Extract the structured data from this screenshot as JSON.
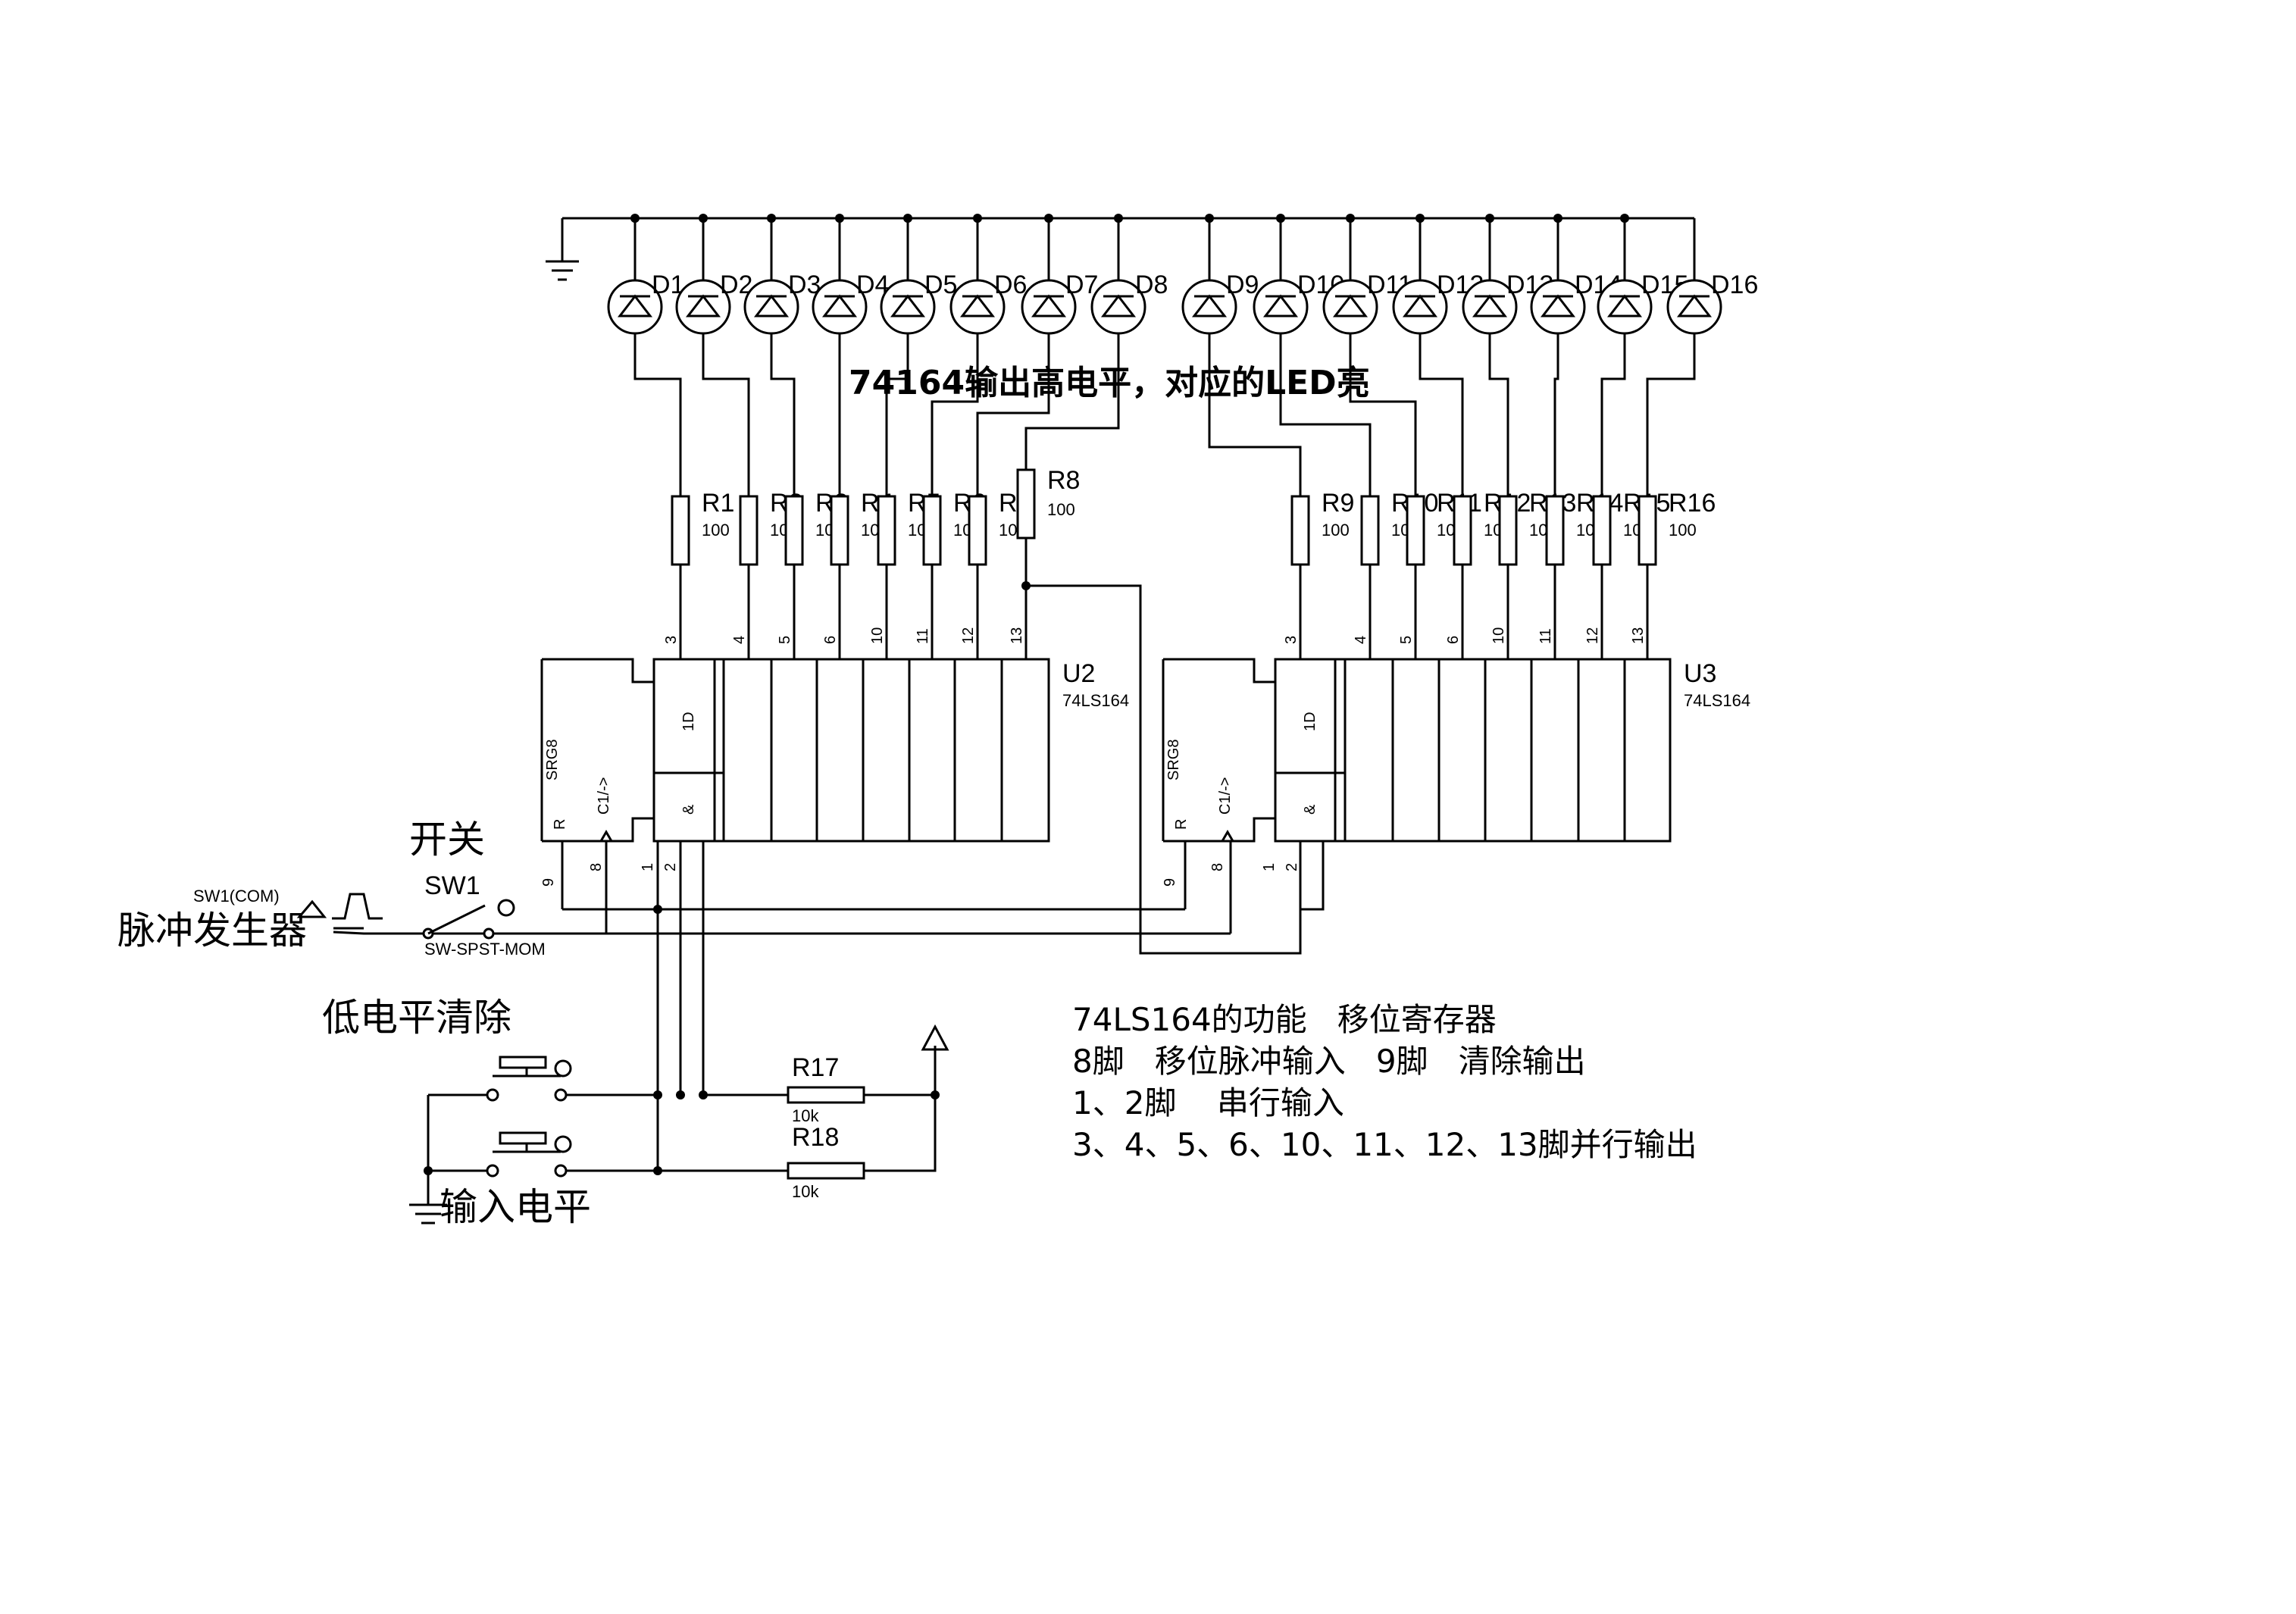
{
  "annotation_top": "74164输出高电平，对应的LED亮",
  "diodes": [
    "D1",
    "D2",
    "D3",
    "D4",
    "D5",
    "D6",
    "D7",
    "D8",
    "D9",
    "D10",
    "D11",
    "D12",
    "D13",
    "D14",
    "D15",
    "D16"
  ],
  "resistors": [
    {
      "name": "R1",
      "value": "100"
    },
    {
      "name": "R2",
      "value": "100"
    },
    {
      "name": "R3",
      "value": "100"
    },
    {
      "name": "R4",
      "value": "100"
    },
    {
      "name": "R5",
      "value": "100"
    },
    {
      "name": "R6",
      "value": "100"
    },
    {
      "name": "R7",
      "value": "100"
    },
    {
      "name": "R8",
      "value": "100"
    },
    {
      "name": "R9",
      "value": "100"
    },
    {
      "name": "R10",
      "value": "100"
    },
    {
      "name": "R11",
      "value": "100"
    },
    {
      "name": "R12",
      "value": "100"
    },
    {
      "name": "R13",
      "value": "100"
    },
    {
      "name": "R14",
      "value": "100"
    },
    {
      "name": "R15",
      "value": "100"
    },
    {
      "name": "R16",
      "value": "100"
    }
  ],
  "chips": [
    {
      "ref": "U2",
      "part": "74LS164"
    },
    {
      "ref": "U3",
      "part": "74LS164"
    }
  ],
  "chip_labels": {
    "srg": "SRG8",
    "r": "R",
    "c1": "C1/->",
    "d1": "1D",
    "amp": "&"
  },
  "output_pins": [
    "3",
    "4",
    "5",
    "6",
    "10",
    "11",
    "12",
    "13"
  ],
  "input_pins": {
    "r": "9",
    "clk": "8",
    "a": "1",
    "b": "2"
  },
  "switch": {
    "title": "开关",
    "ref": "SW1",
    "model": "SW-SPST-MOM"
  },
  "pulse": {
    "label": "脉冲发生器",
    "com": "SW1(COM)"
  },
  "pullups": [
    {
      "name": "R17",
      "value": "10k"
    },
    {
      "name": "R18",
      "value": "10k"
    }
  ],
  "clear_label": "低电平清除",
  "input_level_label": "输入电平",
  "notes": [
    "74LS164的功能   移位寄存器",
    "8脚   移位脉冲输入   9脚   清除输出",
    "1、2脚    串行输入",
    "3、4、5、6、10、11、12、13脚并行输出"
  ],
  "colors": {
    "ink": "#000000",
    "background": "#ffffff"
  }
}
